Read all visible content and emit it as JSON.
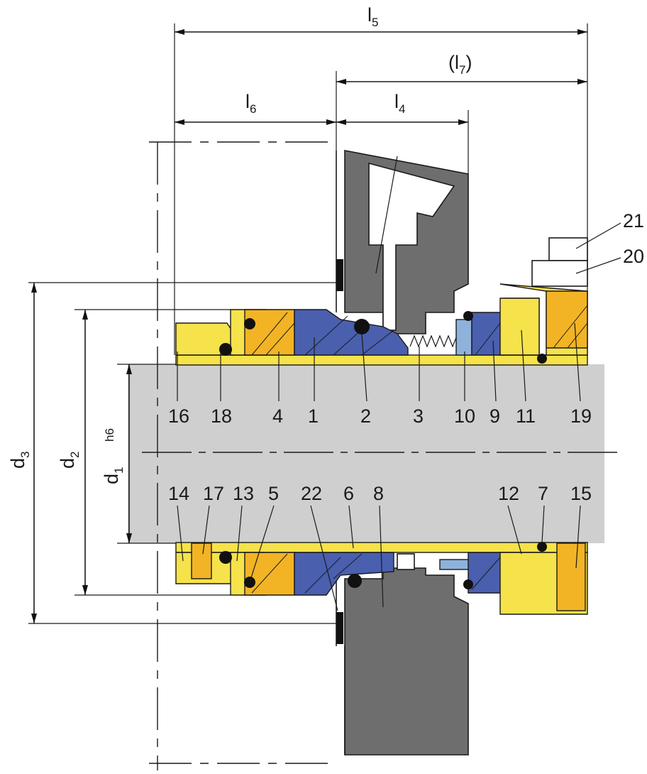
{
  "dimensions": {
    "l5": {
      "main": "l",
      "sub": "5"
    },
    "l7": {
      "main": "(l",
      "sub": "7",
      "suffix": ")"
    },
    "l6": {
      "main": "l",
      "sub": "6"
    },
    "l4": {
      "main": "l",
      "sub": "4"
    },
    "d3": {
      "main": "d",
      "sub": "3"
    },
    "d2": {
      "main": "d",
      "sub": "2"
    },
    "d1": {
      "main": "d",
      "sub": "1"
    },
    "h6": "h6"
  },
  "part_numbers_top": [
    "16",
    "18",
    "4",
    "1",
    "2",
    "3",
    "10",
    "9",
    "11",
    "19"
  ],
  "part_numbers_bottom": [
    "14",
    "17",
    "13",
    "5",
    "22",
    "6",
    "8",
    "12",
    "7",
    "15"
  ],
  "part_numbers_side": [
    "21",
    "20"
  ]
}
